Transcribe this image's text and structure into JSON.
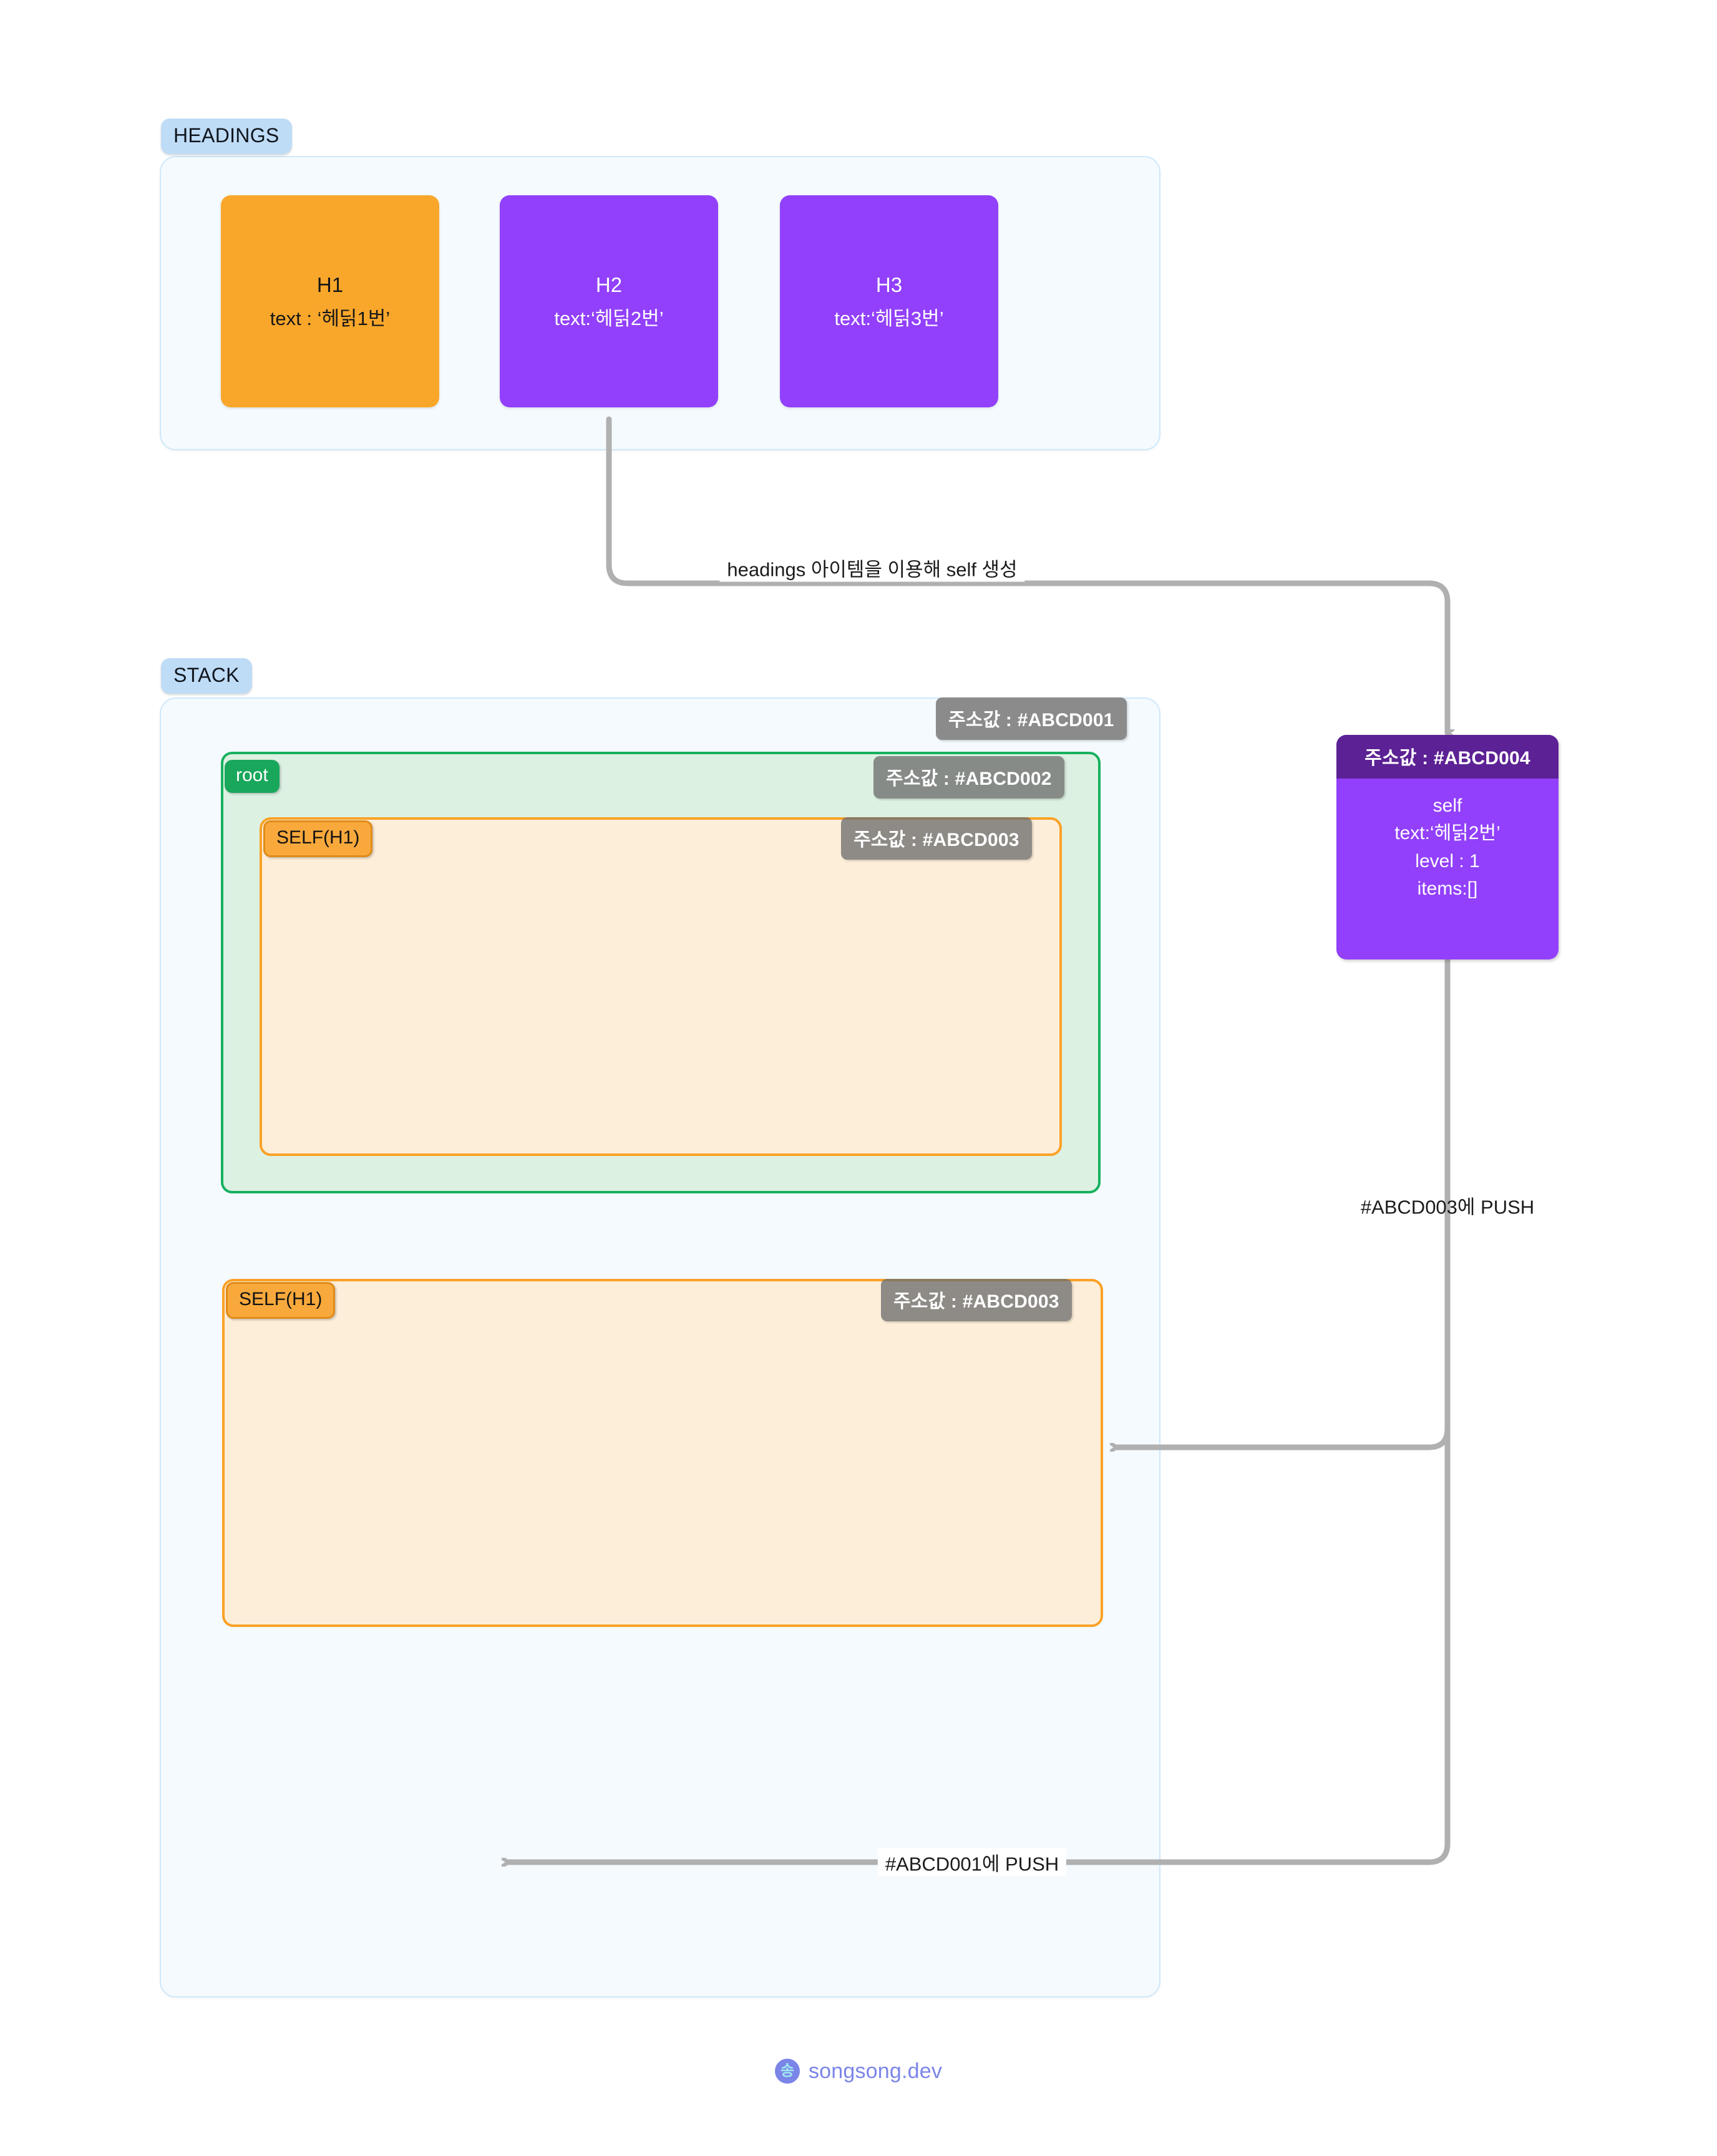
{
  "sections": {
    "headings": {
      "pill_label": "HEADINGS",
      "cards": [
        {
          "title": "H1",
          "sub": "text : ‘헤딝1번’",
          "color": "#f9a72b",
          "text_color": "#171717"
        },
        {
          "title": "H2",
          "sub": "text:‘헤딝2번’",
          "color": "#9240fb",
          "text_color": "#ffffff"
        },
        {
          "title": "H3",
          "sub": "text:‘헤딝3번’",
          "color": "#9240fb",
          "text_color": "#ffffff"
        }
      ]
    },
    "stack": {
      "pill_label": "STACK",
      "root_address": "주소값 : #ABCD001",
      "frames": [
        {
          "name_badge": "root",
          "address": "주소값 : #ABCD002",
          "child": {
            "name_badge": "SELF(H1)",
            "address": "주소값 : #ABCD003"
          }
        },
        {
          "name_badge": "SELF(H1)",
          "address": "주소값 : #ABCD003"
        }
      ]
    }
  },
  "self_node": {
    "address": "주소값 : #ABCD004",
    "line_self": "self",
    "line_text": "text:‘헤딝2번’",
    "line_level": "level : 1",
    "line_items": "items:[]"
  },
  "connectors": {
    "create_self": "headings 아이템을 이용해 self 생성",
    "push_abcd003": "#ABCD003에 PUSH",
    "push_abcd001": "#ABCD001에 PUSH"
  },
  "footer": {
    "logo_glyph": "송",
    "logo_text": "songsong.dev"
  },
  "colors": {
    "panel_bg": "#f4fafe",
    "panel_border": "#cfe8fb",
    "pill_bg": "#bfdcf7",
    "orange": "#f9a72b",
    "purple": "#9240fb",
    "purple_dark": "#5c2194",
    "green": "#17b15f",
    "green_bg": "#ddf1e2",
    "orange_bg": "#fdeed9",
    "wire": "#b0b0b0",
    "badge_gray": "#8b8b8b",
    "brand": "#7b85e8"
  }
}
